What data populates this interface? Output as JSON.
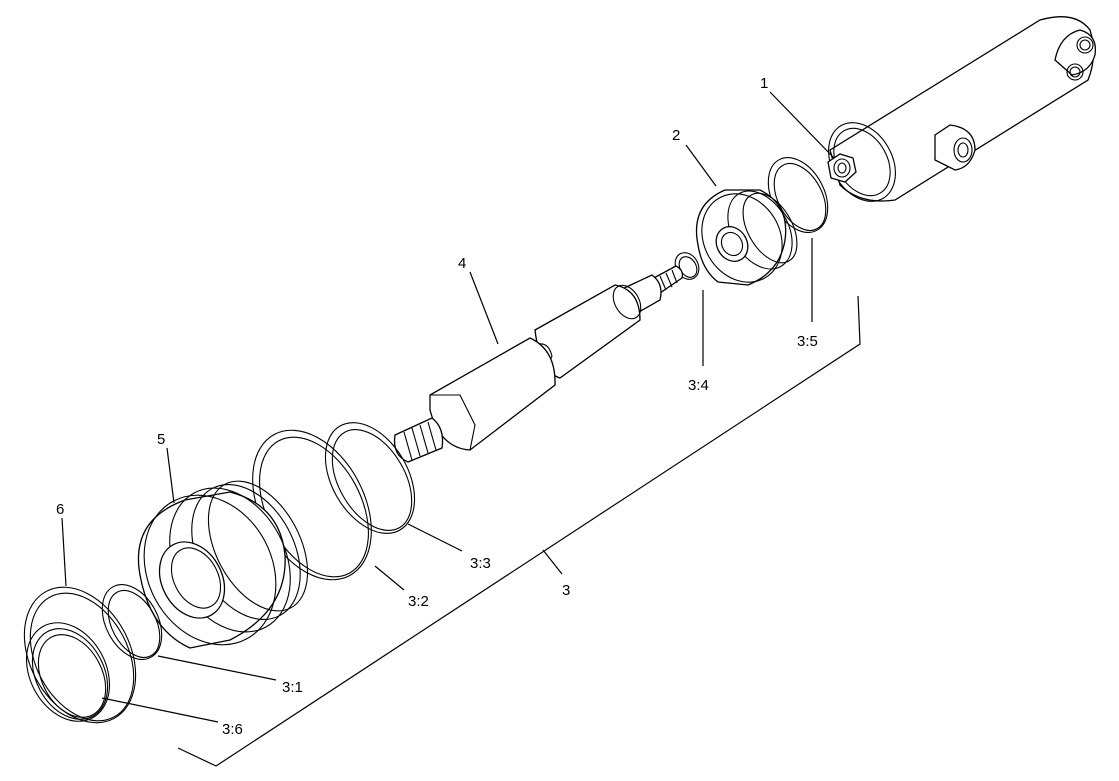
{
  "callouts": {
    "c1": "1",
    "c2": "2",
    "c3": "3",
    "c4": "4",
    "c5": "5",
    "c6": "6",
    "c3_1": "3:1",
    "c3_2": "3:2",
    "c3_3": "3:3",
    "c3_4": "3:4",
    "c3_5": "3:5",
    "c3_6": "3:6"
  }
}
